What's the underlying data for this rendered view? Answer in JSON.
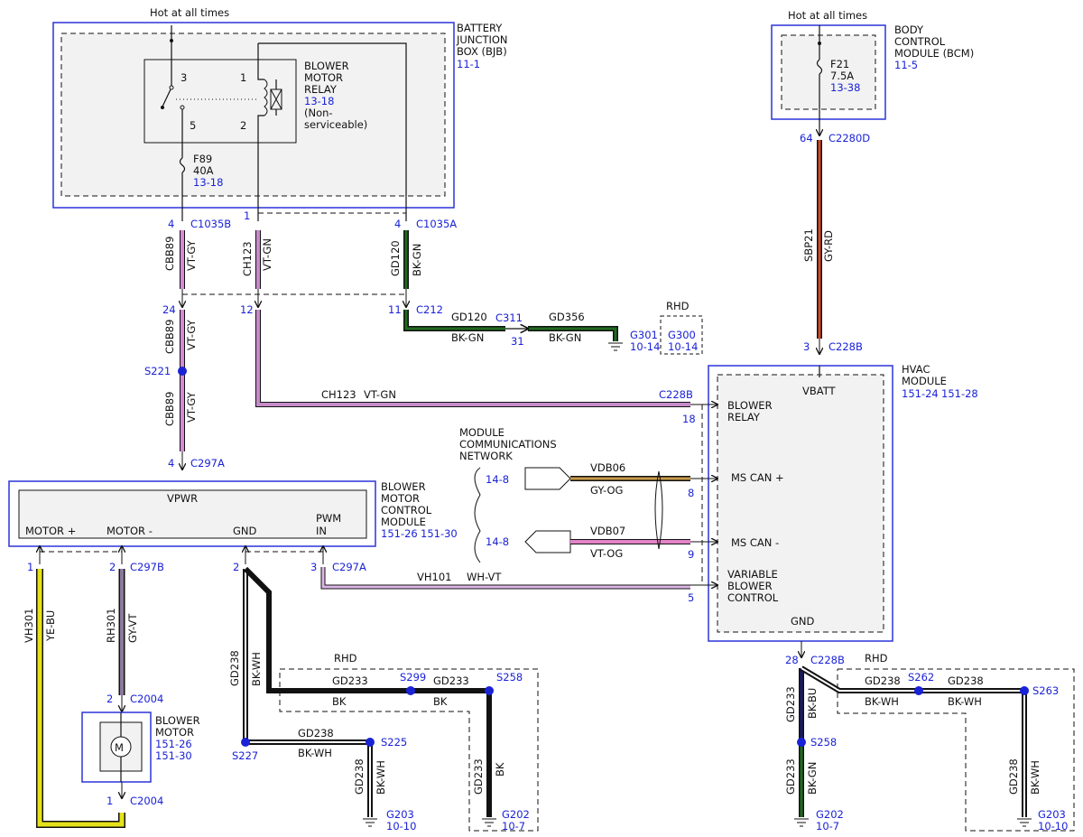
{
  "colors": {
    "VT-GY": "#d58ad5",
    "VT-GN": "#c58ac8",
    "BK-GN": "#1f6b1f",
    "GY-RD": "#d14a2a",
    "YE-BU": "#e6e21a",
    "GY-VT": "#8a7a9a",
    "BK-WH": "#111111",
    "BK": "#111111",
    "BK-BU": "#1a1a6e",
    "GY-OG": "#c79a4a",
    "VT-OG": "#e383c8",
    "WH-VT": "#ddb6e6"
  },
  "bjb": {
    "hot": "Hot at all times",
    "name1": "BATTERY",
    "name2": "JUNCTION",
    "name3": "BOX (BJB)",
    "ref": "11-1",
    "relay_l1": "BLOWER",
    "relay_l2": "MOTOR",
    "relay_l3": "RELAY",
    "relay_ref": "13-18",
    "relay_l4": "(Non-",
    "relay_l5": "serviceable)",
    "pin3": "3",
    "pin5": "5",
    "pin1": "1",
    "pin2": "2",
    "fuse": "F89",
    "fuse_amp": "40A",
    "fuse_ref": "13-18"
  },
  "bcm": {
    "hot": "Hot at all times",
    "name1": "BODY",
    "name2": "CONTROL",
    "name3": "MODULE (BCM)",
    "ref": "11-5",
    "fuse": "F21",
    "fuse_amp": "7.5A",
    "fuse_ref": "13-38",
    "pin": "64",
    "conn": "C2280D"
  },
  "hvac": {
    "name1": "HVAC",
    "name2": "MODULE",
    "ref1": "151-24",
    "ref2": "151-28",
    "vbatt": "VBATT",
    "vbatt_pin": "3",
    "vbatt_conn": "C228B",
    "blower1": "BLOWER",
    "blower2": "RELAY",
    "blower_conn": "C228B",
    "blower_pin": "18",
    "mscanp": "MS CAN +",
    "mscanp_pin": "8",
    "mscanm": "MS CAN -",
    "mscanm_pin": "9",
    "var1": "VARIABLE",
    "var2": "BLOWER",
    "var3": "CONTROL",
    "var_pin": "5",
    "gnd": "GND",
    "gnd_pin": "28",
    "gnd_conn": "C228B"
  },
  "network": {
    "l1": "MODULE",
    "l2": "COMMUNICATIONS",
    "l3": "NETWORK",
    "ref1": "14-8",
    "ref2": "14-8",
    "vdb06": "VDB06",
    "vdb06_color": "GY-OG",
    "vdb07": "VDB07",
    "vdb07_color": "VT-OG"
  },
  "bmcm": {
    "name1": "BLOWER",
    "name2": "MOTOR",
    "name3": "CONTROL",
    "name4": "MODULE",
    "ref1": "151-26",
    "ref2": "151-30",
    "vpwr": "VPWR",
    "motor_plus": "MOTOR +",
    "motor_minus": "MOTOR -",
    "gnd": "GND",
    "pwm1": "PWM",
    "pwm2": "IN",
    "pin4": "4",
    "conn_a": "C297A",
    "pin1": "1",
    "pin2a": "2",
    "conn_b": "C297B",
    "pin2b": "2",
    "pin3": "3",
    "conn_c": "C297A"
  },
  "motor": {
    "name1": "BLOWER",
    "name2": "MOTOR",
    "ref1": "151-26",
    "ref2": "151-30",
    "m": "M",
    "pin_top": "2",
    "conn_top": "C2004",
    "pin_bot": "1",
    "conn_bot": "C2004"
  },
  "wires": {
    "c1035b_pin": "4",
    "c1035b": "C1035B",
    "c1035a_pin1": "1",
    "c1035a_pin4": "4",
    "c1035a": "C1035A",
    "cbb89": "CBB89",
    "vtgy": "VT-GY",
    "ch123": "CH123",
    "vtgn": "VT-GN",
    "gd120": "GD120",
    "bkgn": "BK-GN",
    "c212_p24": "24",
    "c212_p12": "12",
    "c212_p11": "11",
    "c212": "C212",
    "s221": "S221",
    "c311": "C311",
    "c311_pin": "31",
    "gd356": "GD356",
    "g301": "G301",
    "g301_ref": "10-14",
    "rhd": "RHD",
    "g300": "G300",
    "g300_ref": "10-14",
    "sbp21": "SBP21",
    "gyrd": "GY-RD",
    "vh301": "VH301",
    "yebu": "YE-BU",
    "rh301": "RH301",
    "gyvt": "GY-VT",
    "gd238": "GD238",
    "bkwh": "BK-WH",
    "gd233": "GD233",
    "bk": "BK",
    "bkbu": "BK-BU",
    "vh101": "VH101",
    "whvt": "WH-VT",
    "s299": "S299",
    "s258": "S258",
    "s227": "S227",
    "s225": "S225",
    "g203": "G203",
    "g203_ref": "10-10",
    "g202": "G202",
    "g202_ref": "10-7",
    "s262": "S262",
    "s263": "S263"
  }
}
